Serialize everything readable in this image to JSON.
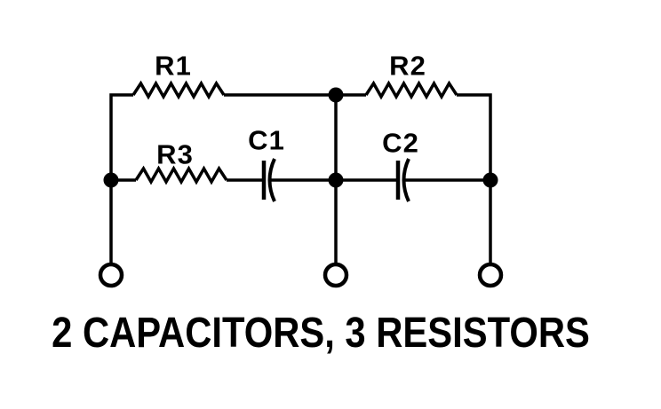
{
  "diagram": {
    "title": "2 CAPACITORS, 3 RESISTORS",
    "components": {
      "r1": {
        "label": "R1",
        "type": "resistor"
      },
      "r2": {
        "label": "R2",
        "type": "resistor"
      },
      "r3": {
        "label": "R3",
        "type": "resistor"
      },
      "c1": {
        "label": "C1",
        "type": "capacitor"
      },
      "c2": {
        "label": "C2",
        "type": "capacitor"
      }
    },
    "terminals": {
      "count": 3
    },
    "colors": {
      "ink": "#000000",
      "background": "#ffffff"
    }
  }
}
